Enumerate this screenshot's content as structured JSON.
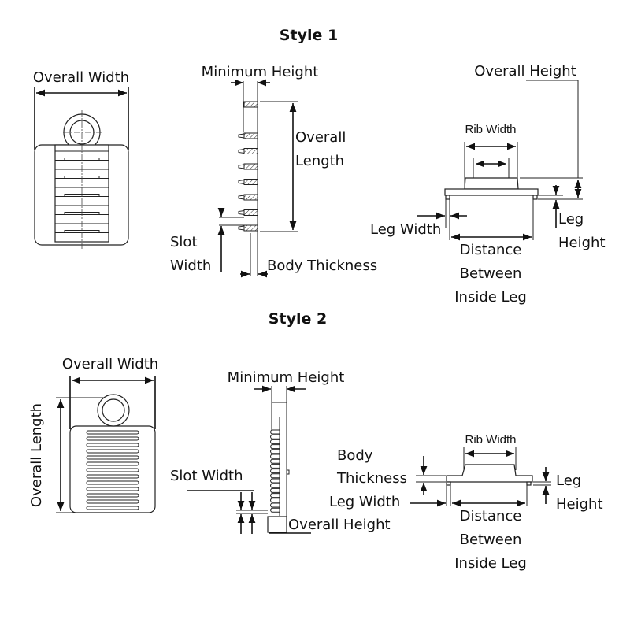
{
  "style1": {
    "title": "Style 1",
    "front_view": {
      "overall_width": "Overall Width"
    },
    "side_view": {
      "minimum_height": "Minimum Height",
      "overall_length_1": "Overall",
      "overall_length_2": "Length",
      "slot_width_1": "Slot",
      "slot_width_2": "Width",
      "body_thickness": "Body Thickness"
    },
    "end_view": {
      "overall_height": "Overall Height",
      "rib_width": "Rib Width",
      "leg_width": "Leg Width",
      "leg_height_1": "Leg",
      "leg_height_2": "Height",
      "distance_1": "Distance",
      "distance_2": "Between",
      "distance_3": "Inside Leg"
    }
  },
  "style2": {
    "title": "Style 2",
    "front_view": {
      "overall_width": "Overall Width",
      "overall_length": "Overall Length"
    },
    "side_view": {
      "minimum_height": "Minimum Height",
      "slot_width": "Slot Width",
      "overall_height": "Overall Height"
    },
    "end_view": {
      "body_thickness_1": "Body",
      "body_thickness_2": "Thickness",
      "rib_width": "Rib Width",
      "leg_width": "Leg Width",
      "leg_height_1": "Leg",
      "leg_height_2": "Height",
      "distance_1": "Distance",
      "distance_2": "Between",
      "distance_3": "Inside Leg"
    }
  }
}
